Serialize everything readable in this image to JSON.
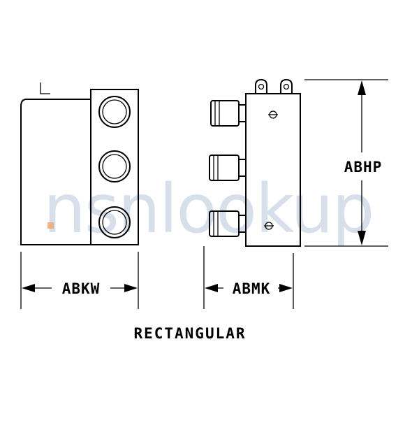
{
  "watermark": {
    "text": "nsnlookup",
    "color": "#b8c7d9",
    "accent_dot_color": "#f0a36a"
  },
  "front_view": {
    "dimension_label": "ABKW"
  },
  "side_view": {
    "dimension_width_label": "ABMK",
    "dimension_height_label": "ABHP"
  },
  "caption": "RECTANGULAR",
  "line_color": "#000000",
  "background": "#ffffff"
}
